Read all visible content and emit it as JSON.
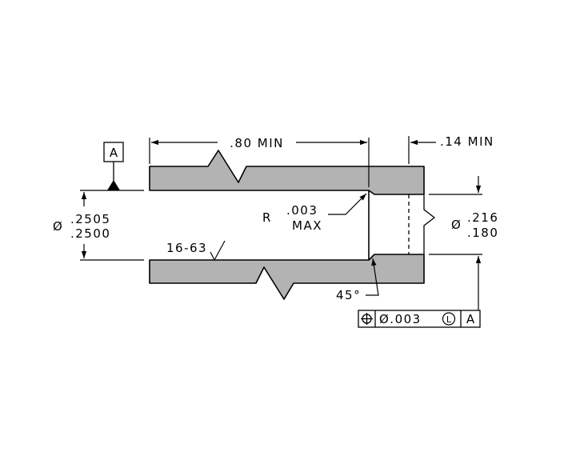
{
  "colors": {
    "section": "#b3b3b3",
    "line": "#000000",
    "background": "#ffffff"
  },
  "datum": {
    "letter": "A"
  },
  "dimensions": {
    "length_min": ".80 MIN",
    "counterbore_depth": ".14 MIN",
    "bore_dia_symbol": "Ø",
    "bore_dia_upper": ".2505",
    "bore_dia_lower": ".2500",
    "cbore_dia_symbol": "Ø",
    "cbore_dia_upper": ".216",
    "cbore_dia_lower": ".180",
    "radius_prefix": "R",
    "radius_value": ".003",
    "radius_max": "MAX",
    "chamfer_angle": "45°",
    "surface_finish": "16-63"
  },
  "feature_control_frame": {
    "symbol": "position-icon",
    "tolerance": "Ø.003",
    "modifier": "L",
    "datum": "A"
  }
}
